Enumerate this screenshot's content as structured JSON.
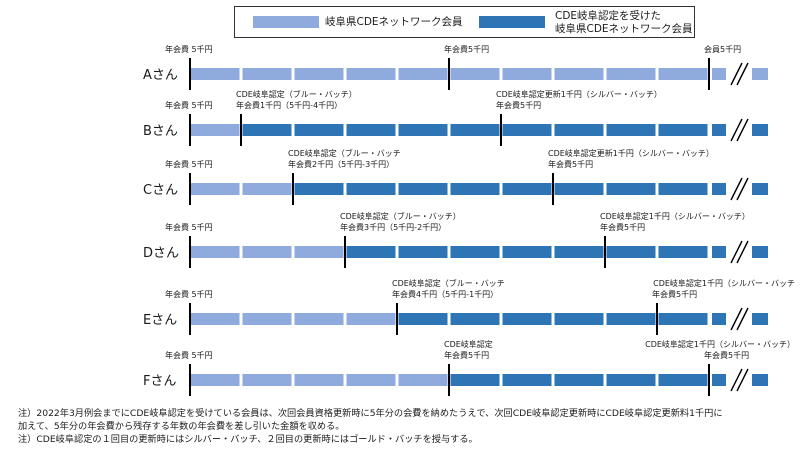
{
  "legend": {
    "items": [
      {
        "label": "岐阜県CDEネットワーク会員",
        "color": "#8faadc"
      },
      {
        "label_lines": [
          "CDE岐阜認定を受けた",
          "岐阜県CDEネットワーク会員"
        ],
        "color": "#2e75b6"
      }
    ]
  },
  "colors": {
    "light": "#8faadc",
    "dark": "#2e75b6",
    "marker": "#000000"
  },
  "rows": [
    {
      "name": "Aさん",
      "start_label": [
        "年会費 5千円"
      ],
      "switch_year": null,
      "events": [
        {
          "year": 5,
          "lines": [
            "年会費5千円"
          ]
        },
        {
          "year": 10,
          "lines": [
            "会員5千円"
          ]
        }
      ]
    },
    {
      "name": "Bさん",
      "start_label": [
        "年会費 5千円"
      ],
      "switch_year": 1,
      "events": [
        {
          "year": 1,
          "lines": [
            "CDE岐阜認定（ブルー・バッチ）",
            "年会費1千円（5千円-4千円）"
          ]
        },
        {
          "year": 6,
          "lines": [
            "CDE岐阜認定更新1千円（シルバー・バッチ）",
            "年会費5千円"
          ]
        }
      ]
    },
    {
      "name": "Cさん",
      "start_label": [
        "年会費 5千円"
      ],
      "switch_year": 2,
      "events": [
        {
          "year": 2,
          "lines": [
            "CDE岐阜認定（ブルー・バッチ",
            "年会費2千円（5千円-3千円）"
          ]
        },
        {
          "year": 7,
          "lines": [
            "CDE岐阜認定更新1千円（シルバー・バッチ）",
            "年会費5千円"
          ]
        }
      ]
    },
    {
      "name": "Dさん",
      "start_label": [
        "年会費 5千円"
      ],
      "switch_year": 3,
      "events": [
        {
          "year": 3,
          "lines": [
            "CDE岐阜認定（ブルー・バッチ）",
            "年会費3千円（5千円-2千円）"
          ]
        },
        {
          "year": 8,
          "lines": [
            "CDE岐阜認定1千円（シルバー・バッチ）",
            "年会費5千円"
          ]
        }
      ]
    },
    {
      "name": "Eさん",
      "start_label": [
        "年会費 5千円"
      ],
      "switch_year": 4,
      "events": [
        {
          "year": 4,
          "lines": [
            "CDE岐阜認定（ブルー・バッチ",
            "年会費4千円（5千円-1千円）"
          ]
        },
        {
          "year": 9,
          "lines": [
            "CDE岐阜認定1千円（シルバー・バッチ",
            "年会費5千円"
          ]
        }
      ]
    },
    {
      "name": "Fさん",
      "start_label": [
        "年会費 5千円"
      ],
      "switch_year": 5,
      "events": [
        {
          "year": 5,
          "lines": [
            "CDE岐阜認定",
            "年会費5千円"
          ]
        },
        {
          "year": 10,
          "lines": [
            "CDE岐阜認定1千円（シルバー・バッチ）",
            "年会費5千円"
          ]
        }
      ]
    }
  ],
  "notes": [
    "注）2022年3月例会までにCDE岐阜認定を受けている会員は、次回会員資格更新時に5年分の会費を納めたうえで、次回CDE岐阜認定更新時にCDE岐阜認定更新料1千円に",
    "加えて、5年分の年会費から残存する年数の年会費を差し引いた金額を収める。",
    "注）CDE岐阜認定の１回目の更新時にはシルバー・バッチ、２回目の更新時にはゴールド・バッチを授与する。"
  ]
}
